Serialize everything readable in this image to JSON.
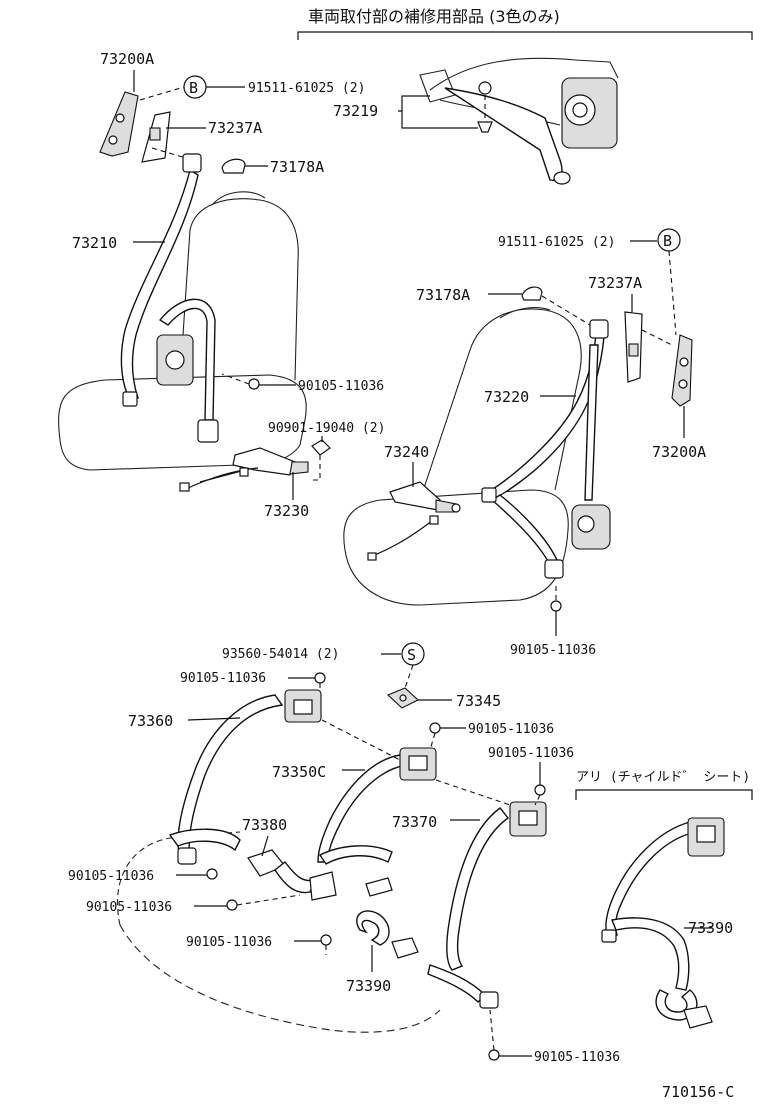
{
  "header": {
    "title": "車両取付部の補修用部品 (3色のみ)"
  },
  "option_header": "アリ (チャイルド゛ シート)",
  "symbols": {
    "b": "B",
    "s": "S"
  },
  "labels": {
    "p73200a_top": "73200A",
    "p91511_top": "91511-61025 (2)",
    "p73237a_top": "73237A",
    "p73178a_top": "73178A",
    "p73219": "73219",
    "p73210": "73210",
    "p90105_a": "90105-11036",
    "p90901": "90901-19040 (2)",
    "p73230": "73230",
    "p91511_right": "91511-61025 (2)",
    "p73178a_right": "73178A",
    "p73237a_right": "73237A",
    "p73220": "73220",
    "p73240": "73240",
    "p73200a_right": "73200A",
    "p90105_b": "90105-11036",
    "p93560": "93560-54014 (2)",
    "p90105_c": "90105-11036",
    "p73345": "73345",
    "p73360": "73360",
    "p90105_d": "90105-11036",
    "p90105_e": "90105-11036",
    "p73350c": "73350C",
    "p73370": "73370",
    "p73380": "73380",
    "p90105_f": "90105-11036",
    "p90105_g": "90105-11036",
    "p90105_h": "90105-11036",
    "p73390_center": "73390",
    "p73390_right": "73390",
    "p90105_i": "90105-11036"
  },
  "footer": {
    "diagram_code": "710156-C"
  }
}
